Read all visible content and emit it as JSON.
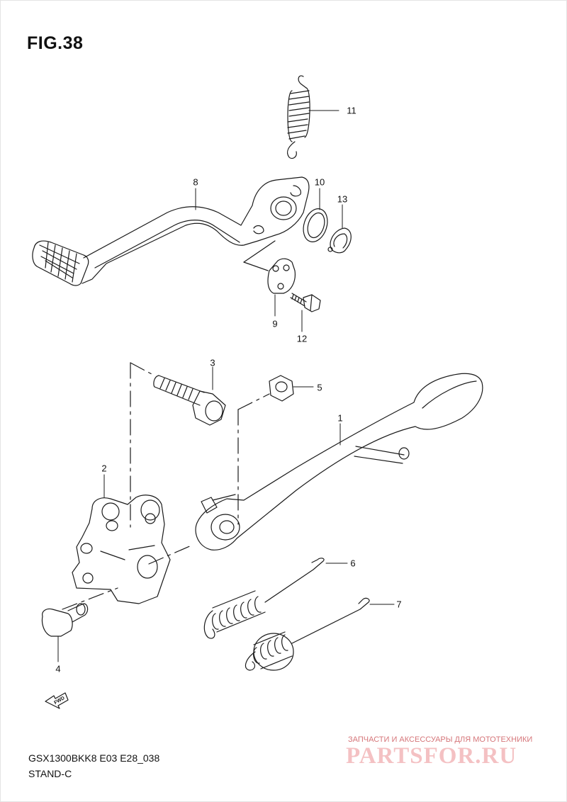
{
  "figure": {
    "title": "FIG.38",
    "model_code": "GSX1300BKK8 E03 E28_038",
    "section_name": "STAND-C",
    "fwd_marker": "FWD"
  },
  "callouts": [
    {
      "number": "1",
      "part": "side-stand"
    },
    {
      "number": "2",
      "part": "stand-bracket"
    },
    {
      "number": "3",
      "part": "bracket-bolt"
    },
    {
      "number": "4",
      "part": "pivot-bolt"
    },
    {
      "number": "5",
      "part": "nut"
    },
    {
      "number": "6",
      "part": "spring-a"
    },
    {
      "number": "7",
      "part": "spring-b"
    },
    {
      "number": "8",
      "part": "gearshift-lever"
    },
    {
      "number": "9",
      "part": "lever-plate"
    },
    {
      "number": "10",
      "part": "washer"
    },
    {
      "number": "11",
      "part": "spring"
    },
    {
      "number": "12",
      "part": "bolt"
    },
    {
      "number": "13",
      "part": "circlip"
    }
  ],
  "watermark": {
    "line": "ЗАПЧАСТИ И АКСЕССУАРЫ ДЛЯ МОТОТЕХНИКИ",
    "brand": "PARTSFOR.RU"
  },
  "colors": {
    "line": "#1a1a1a",
    "background": "#ffffff",
    "watermark": "#d9262d"
  }
}
